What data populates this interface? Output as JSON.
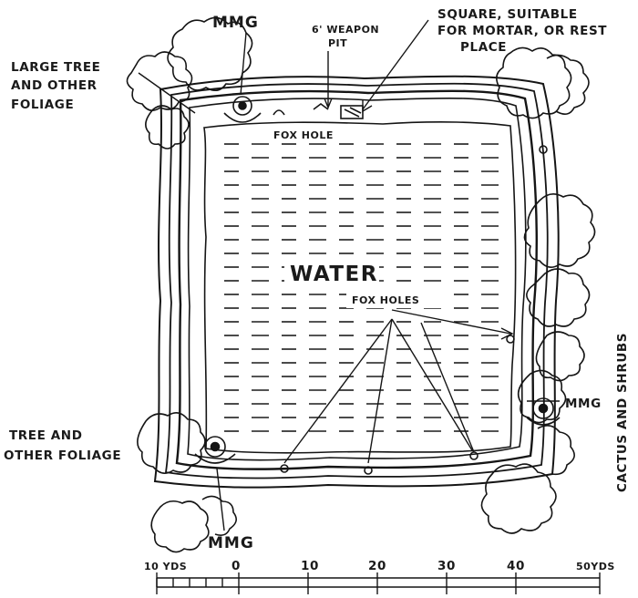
{
  "labels": {
    "mmg_top": "MMG",
    "weapon_pit": [
      "6' WEAPON",
      "PIT"
    ],
    "square": [
      "SQUARE, SUITABLE",
      "FOR MORTAR, OR REST",
      "PLACE"
    ],
    "large_tree": [
      "LARGE TREE",
      "AND OTHER",
      "FOLIAGE"
    ],
    "fox_hole_top": "FOX HOLE",
    "water": "WATER",
    "cactus": "CACTUS AND SHRUBS",
    "fox_holes": "FOX HOLES",
    "mmg_right": "MMG",
    "tree_bottom": [
      "TREE AND",
      "OTHER FOLIAGE"
    ],
    "mmg_bottom": "MMG"
  },
  "scale": {
    "ticks": [
      "10 YDS",
      "0",
      "10",
      "20",
      "30",
      "40",
      "50YDS"
    ]
  }
}
